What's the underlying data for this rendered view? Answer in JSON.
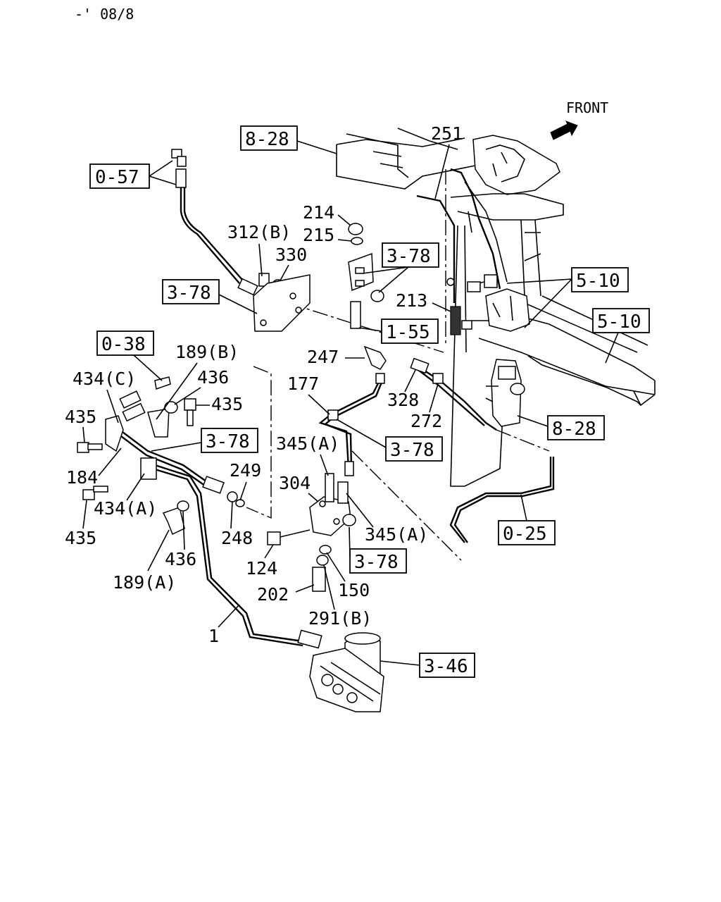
{
  "header": {
    "code": "-' 08/8"
  },
  "direction": {
    "label": "FRONT"
  },
  "ref_boxes": {
    "r_8_28_top": "8-28",
    "r_0_57": "0-57",
    "r_3_78_a": "3-78",
    "r_3_78_b": "3-78",
    "r_5_10_a": "5-10",
    "r_5_10_b": "5-10",
    "r_1_55": "1-55",
    "r_0_38": "0-38",
    "r_3_78_c": "3-78",
    "r_3_78_d": "3-78",
    "r_8_28_mid": "8-28",
    "r_0_25": "0-25",
    "r_3_78_e": "3-78",
    "r_3_46": "3-46"
  },
  "part_labels": {
    "p251": "251",
    "p214": "214",
    "p215": "215",
    "p312b": "312(B)",
    "p330": "330",
    "p213": "213",
    "p247": "247",
    "p177": "177",
    "p328": "328",
    "p272": "272",
    "p189b": "189(B)",
    "p434c": "434(C)",
    "p436a": "436",
    "p435a": "435",
    "p435b": "435",
    "p345a_top": "345(A)",
    "p249": "249",
    "p184": "184",
    "p304": "304",
    "p434a": "434(A)",
    "p435c": "435",
    "p248": "248",
    "p345a_bot": "345(A)",
    "p436b": "436",
    "p124": "124",
    "p189a": "189(A)",
    "p150": "150",
    "p202": "202",
    "p291b": "291(B)",
    "p1": "1"
  }
}
